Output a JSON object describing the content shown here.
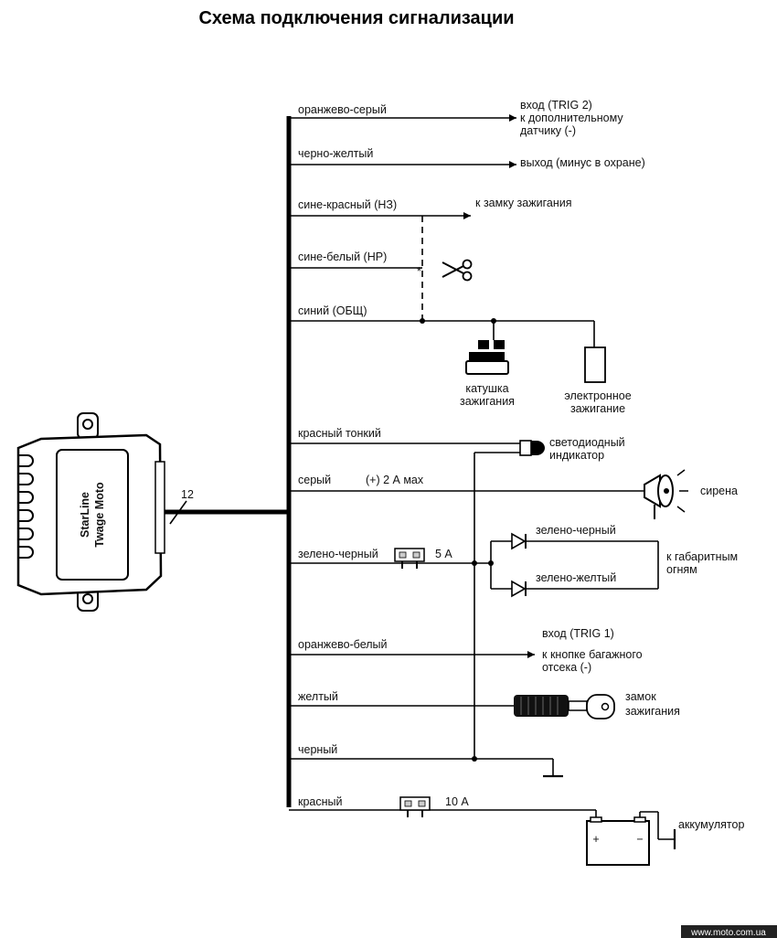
{
  "title": "Схема подключения сигнализации",
  "unit": {
    "brand": "StarLine",
    "model": "Twage Moto",
    "wire_count": "12"
  },
  "wires": [
    {
      "label": "оранжево-серый",
      "target": [
        "вход (TRIG 2)",
        "к дополнительному",
        "датчику (-)"
      ]
    },
    {
      "label": "черно-желтый",
      "target": [
        "выход (минус в охране)"
      ]
    },
    {
      "label": "сине-красный (НЗ)",
      "target": [
        "к замку зажигания"
      ]
    },
    {
      "label": "сине-белый (НР)",
      "target": []
    },
    {
      "label": "синий (ОБЩ)",
      "target": []
    },
    {
      "label": "красный тонкий",
      "target": [
        "светодиодный",
        "индикатор"
      ]
    },
    {
      "label": "серый",
      "note": "(+)  2 А мах",
      "target": [
        "сирена"
      ]
    },
    {
      "label": "зелено-черный",
      "fuse": "5 А",
      "target": [
        "к габаритным",
        "огням"
      ]
    },
    {
      "label": "оранжево-белый",
      "target": [
        "вход (TRIG 1)",
        "к кнопке багажного",
        "отсека (-)"
      ]
    },
    {
      "label": "желтый",
      "target": [
        "замок",
        "зажигания"
      ]
    },
    {
      "label": "черный",
      "target": []
    },
    {
      "label": "красный",
      "fuse": "10 А",
      "target": [
        "аккумулятор"
      ]
    }
  ],
  "components": {
    "coil": [
      "катушка",
      "зажигания"
    ],
    "electronic_ignition": [
      "электронное",
      "зажигание"
    ],
    "diode_upper": "зелено-черный",
    "diode_lower": "зелено-желтый",
    "cut_mark": "*",
    "battery_plus": "+",
    "battery_minus": "−"
  },
  "footer": "www.moto.com.ua",
  "icons": [
    "scissors-icon",
    "led-icon",
    "siren-icon",
    "diode-icon",
    "fuse-icon",
    "ignition-key-icon",
    "ground-icon",
    "battery-icon",
    "ignition-coil-icon"
  ]
}
